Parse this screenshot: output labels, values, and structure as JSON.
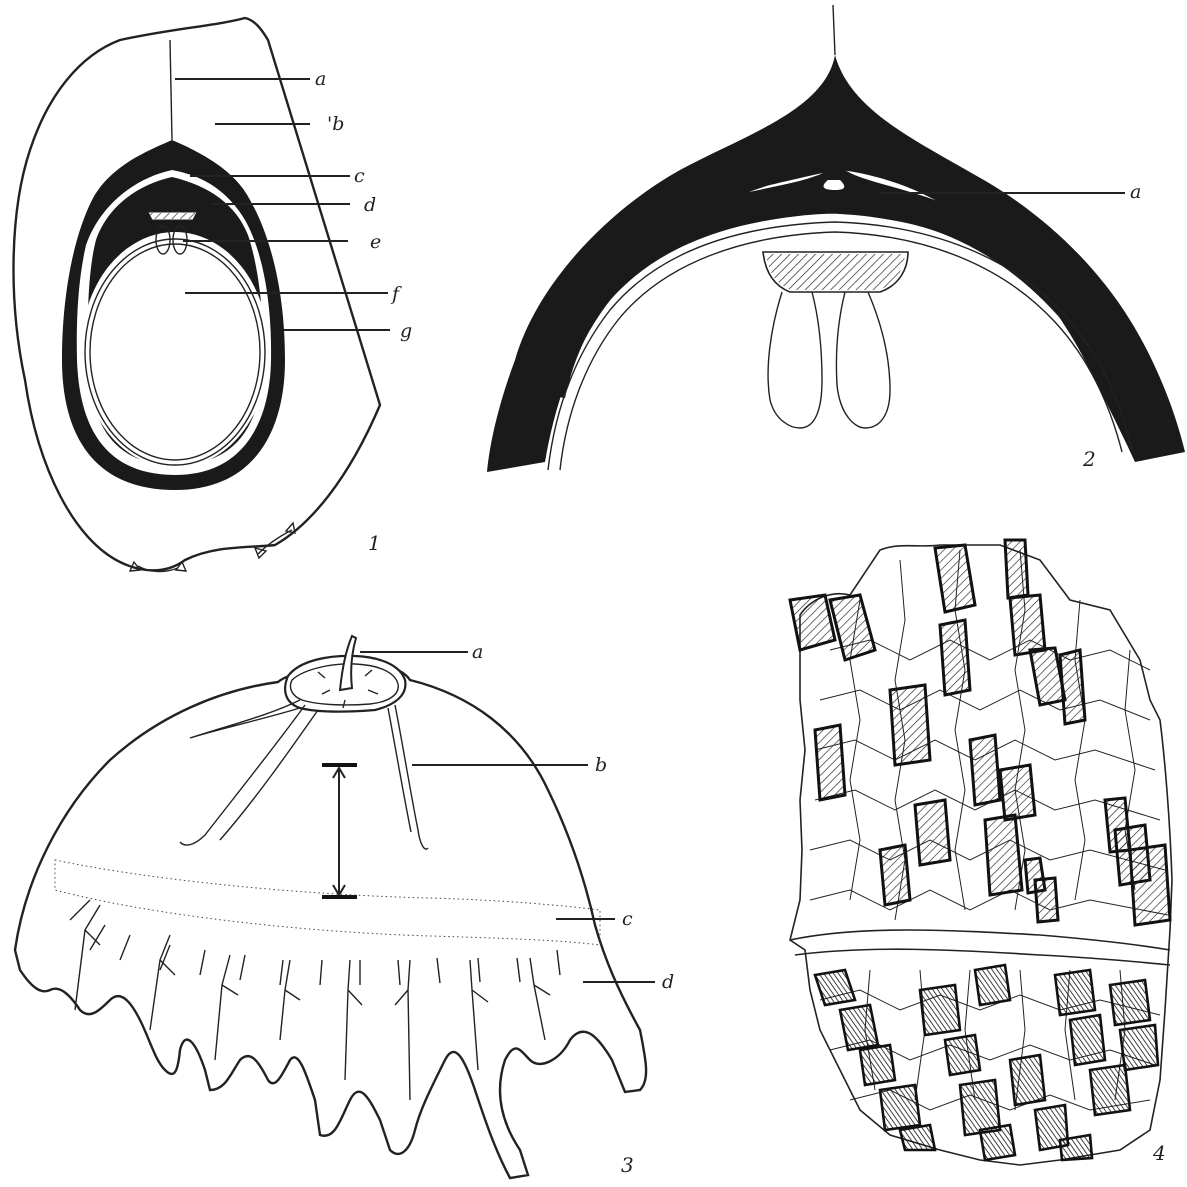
{
  "figures": [
    {
      "number": "1",
      "labels": [
        "a",
        "'b",
        "c",
        "d",
        "e",
        "f",
        "g"
      ]
    },
    {
      "number": "2",
      "labels": [
        "a"
      ]
    },
    {
      "number": "3",
      "labels": [
        "a",
        "b",
        "c",
        "d"
      ]
    },
    {
      "number": "4",
      "labels": []
    }
  ]
}
